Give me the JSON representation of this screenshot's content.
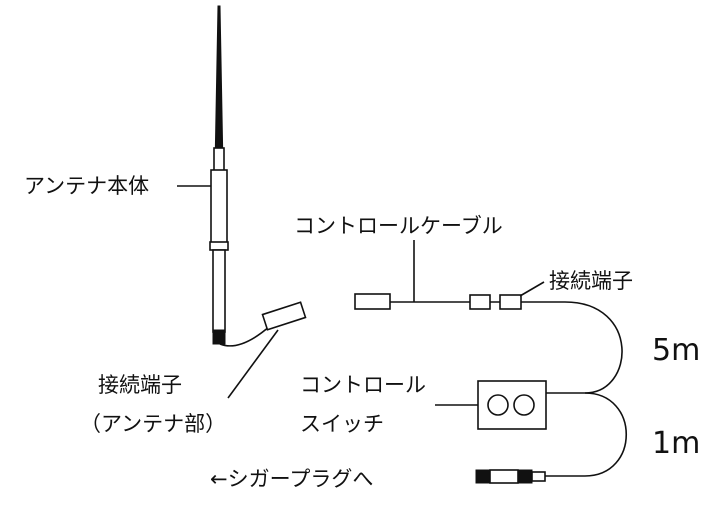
{
  "labels": {
    "antenna_body": "アンテナ本体",
    "control_cable": "コントロールケーブル",
    "connector_top": "接続端子",
    "connector_antenna_line1": "接続端子",
    "connector_antenna_line2": "（アンテナ部）",
    "control_switch_line1": "コントロール",
    "control_switch_line2": "スイッチ",
    "cigar_plug": "←シガープラグへ",
    "length_5m": "5m",
    "length_1m": "1m"
  },
  "colors": {
    "line": "#111111",
    "background": "#ffffff"
  }
}
